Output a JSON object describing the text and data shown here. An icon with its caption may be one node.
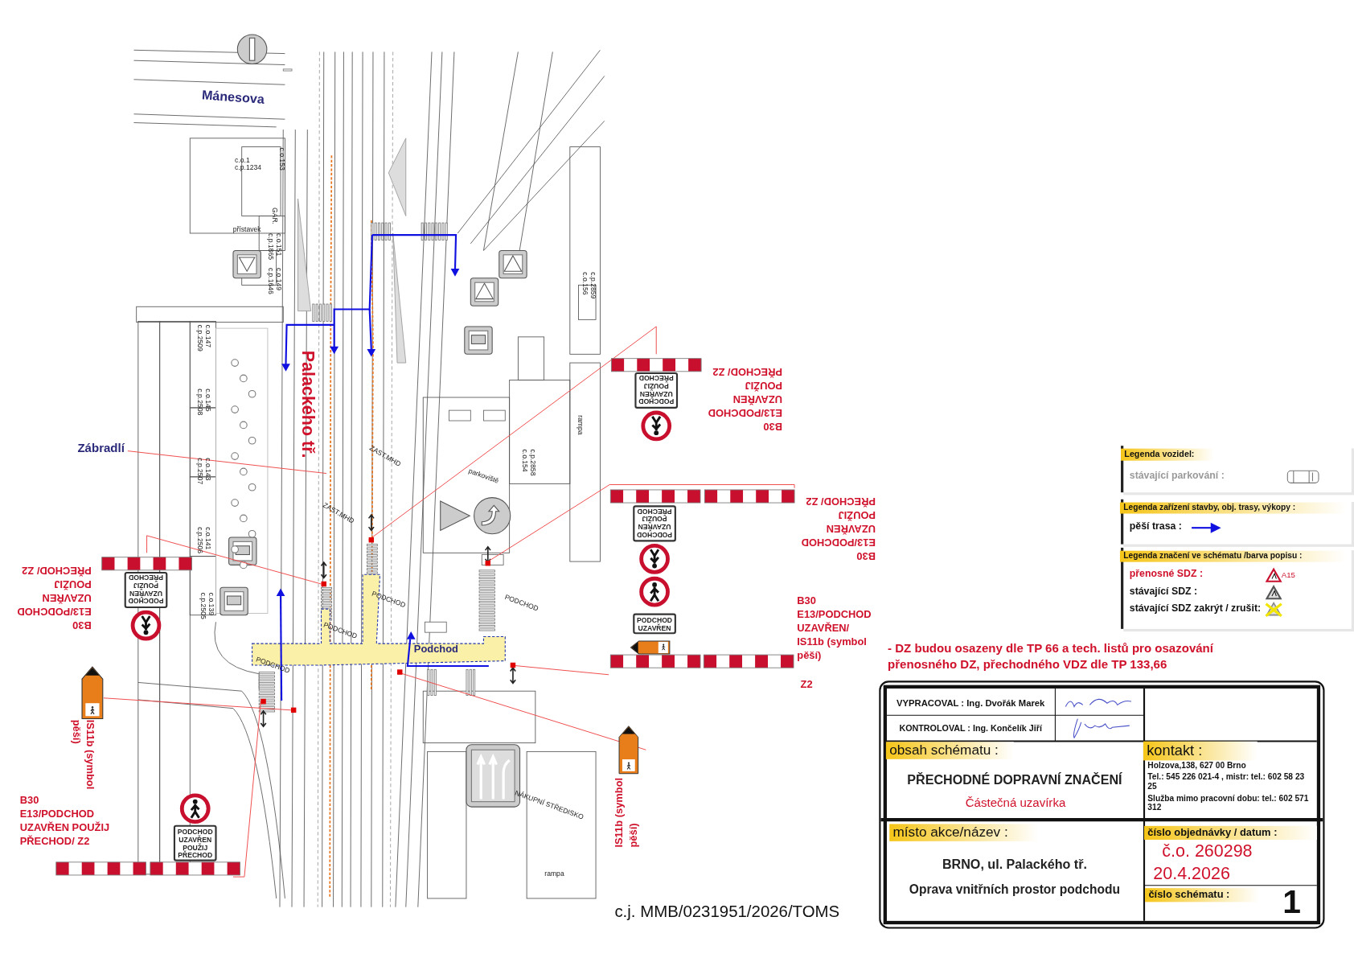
{
  "diagram": {
    "nodes": [
      {
        "text": [
          "PODCHOD UZAVŘEN POUŽIJ PŘECHOD",
          "B30 E13/PODCHOD UZAVŘEN POUŽIJ PŘECHOD/ Z2"
        ]
      },
      {
        "text": [
          "Zábradlí"
        ]
      },
      {
        "text": [
          "PODCHOD UZAVŘEN POUŽIJ PŘECHOD",
          "B30 E13/PODCHOD UZAVŘEN POUŽIJ PŘECHOD/ Z2"
        ]
      },
      {
        "text": [
          "PODCHOD UZAVŘEN POUŽIJ PŘECHOD",
          "B30 E13/PODCHOD UZAVŘEN POUŽIJ PŘECHOD/ Z2"
        ]
      },
      {
        "text": [
          "PODCHOD UZAVŘEN",
          "B30 E13/PODCHOD UZAVŘEN/ IS11b (symbol pěší)",
          "Z2"
        ]
      },
      {
        "text": [
          "IS11b (symbol pěší)"
        ]
      },
      {
        "text": [
          "IS11b (symbol pěší)"
        ]
      },
      {
        "text": [
          "B30 E13/PODCHOD UZAVŘEN POUŽIJ PŘECHOD/ Z2",
          "PODCHOD UZAVŘEN POUŽIJ PŘECHOD"
        ]
      },
      {
        "text": [],
        "shape": "box"
      },
      {
        "text": [],
        "shape": "box"
      },
      {
        "text": [],
        "shape": "box"
      },
      {
        "text": [],
        "shape": "box"
      },
      {
        "text": [],
        "shape": "box"
      },
      {
        "text": [],
        "shape": "box"
      },
      {
        "text": [],
        "shape": "box"
      }
    ],
    "edges": [
      {
        "from": 0,
        "to": 8,
        "arrow": "none"
      },
      {
        "from": 1,
        "to": null,
        "arrow": "none"
      },
      {
        "from": 2,
        "to": 9,
        "arrow": "none"
      },
      {
        "from": 3,
        "to": 10,
        "arrow": "none"
      },
      {
        "from": 4,
        "to": 11,
        "arrow": "none"
      },
      {
        "from": 5,
        "to": 14,
        "arrow": "none"
      },
      {
        "from": 6,
        "to": 12,
        "arrow": "none"
      },
      {
        "from": 7,
        "to": 13,
        "arrow": "none"
      }
    ],
    "labels": [
      "Mánesova",
      "c.o.1 c.p.1234",
      "c.o.153",
      "přístavek",
      "GAR.",
      "c.o.151 c.p.1865",
      "c.o.149 c.p.1646",
      "c.o.147 c.p.2509",
      "c.o.145 c.p.2508",
      "c.o.143 c.p.2507",
      "c.o.141 c.p.2506",
      "c.o.139 c.p.2505",
      "Palackého tř.",
      "ZAST.MHD",
      "ZAST.MHD",
      "parkoviště",
      "c.p.2858 c.o.154",
      "c.p.2859 c.o.156",
      "rampa",
      "PODCHOD",
      "PODCHOD",
      "PODCHOD",
      "Podchod",
      "PODCHOD",
      "NÁKUPNÍ STŘEDISKO",
      "rampa",
      "- DZ budou osazeny dle TP 66 a tech. listů pro osazování přenosného DZ, přechodného VDZ dle TP 133,66",
      "c.j. MMB/0231951/2026/TOMS",
      "Legenda vozidel:",
      "Legenda zařízení stavby, obj. trasy, výkopy :",
      "Legenda značení ve schématu /barva popisu :",
      "A15",
      "VYPRACOVAL : Ing. Dvořák Marek",
      "KONTROLOVAL : Ing. Končelík Jiří",
      "obsah schématu :",
      "PŘECHODNÉ DOPRAVNÍ ZNAČENÍ",
      "Částečná uzavírka",
      "kontakt :",
      "Holzova,138, 627 00 Brno",
      "Tel.: 545 226 021-4 , mistr: tel.: 602 58 23 25",
      "Služba mimo pracovní dobu: tel.: 602 571 312",
      "místo akce/název :",
      "BRNO, ul. Palackého tř.",
      "Oprava vnitřních prostor podchodu",
      "číslo objednávky / datum :",
      "č.o. 260298",
      "20.4.2026",
      "číslo schématu :",
      "1"
    ],
    "legend": [
      {
        "text": "stávající parkování :"
      },
      {
        "text": "pěší trasa :"
      },
      {
        "text": "přenosné SDZ :"
      },
      {
        "text": "stávající SDZ :"
      },
      {
        "text": "stávající SDZ zakrýt / zrušit:"
      }
    ]
  }
}
